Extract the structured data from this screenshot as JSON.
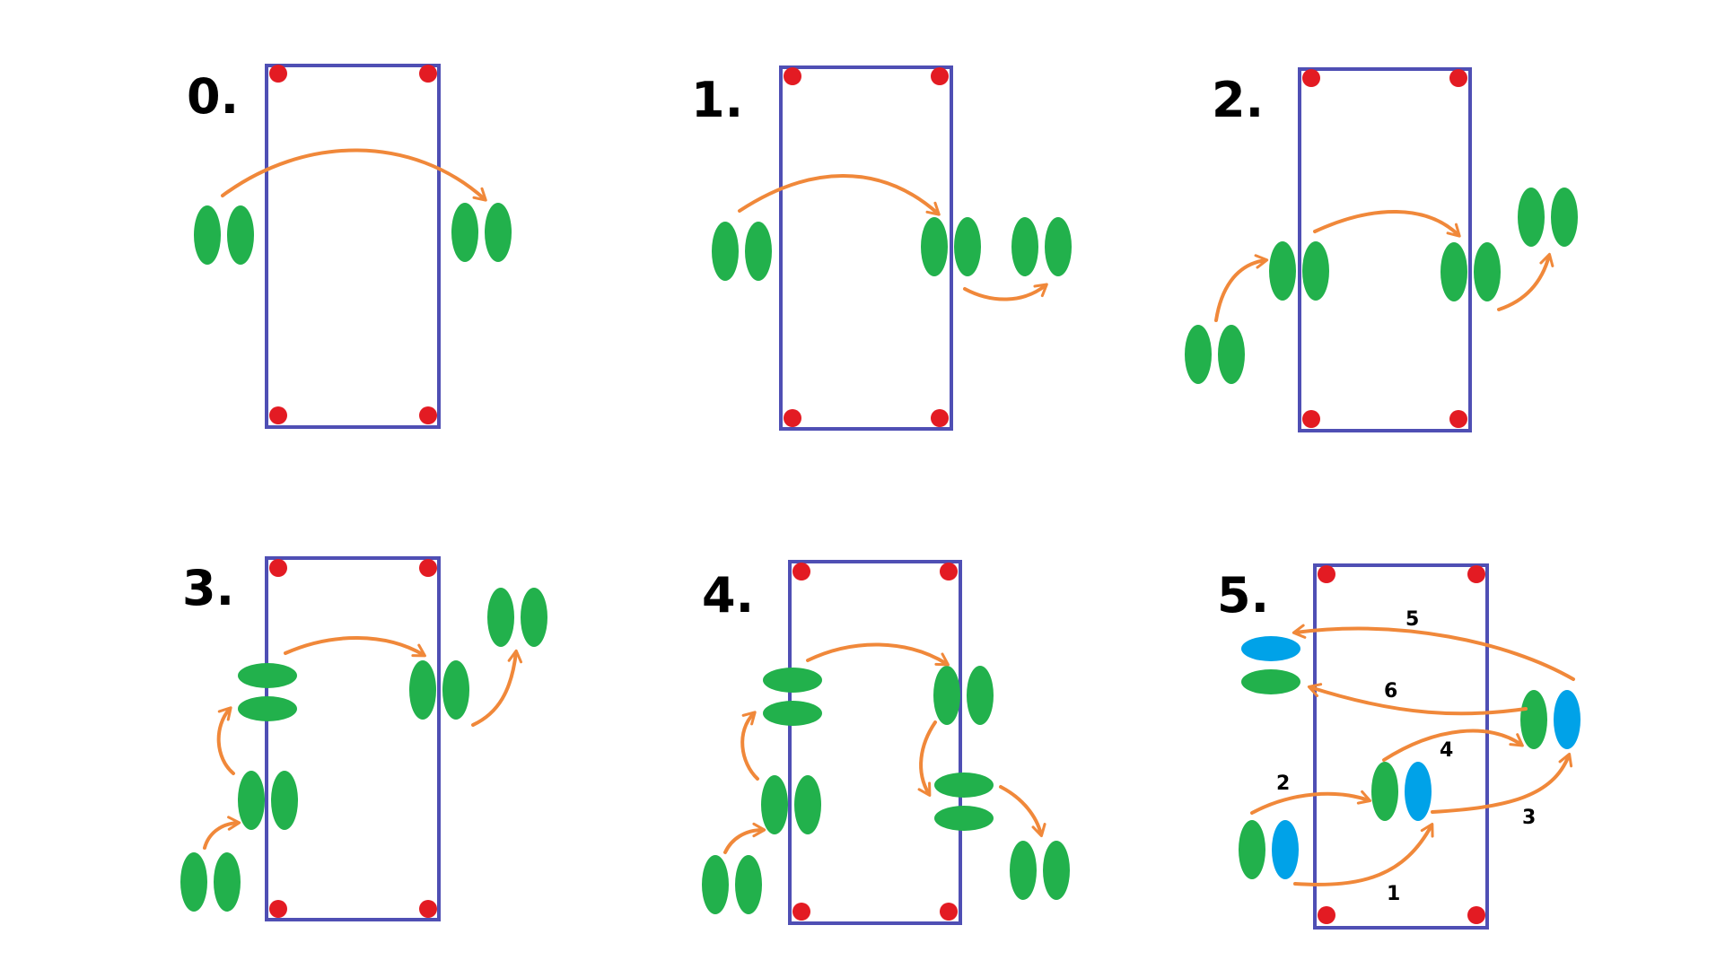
{
  "colors": {
    "field_border": "#4f4fb4",
    "corner_marker": "#e31b23",
    "player": "#22b14c",
    "player_highlight": "#00a2e8",
    "arrow": "#f0883a",
    "background": "#ffffff"
  },
  "panels": [
    {
      "id": "0",
      "title": "0."
    },
    {
      "id": "1",
      "title": "1."
    },
    {
      "id": "2",
      "title": "2."
    },
    {
      "id": "3",
      "title": "3."
    },
    {
      "id": "4",
      "title": "4."
    },
    {
      "id": "5",
      "title": "5.",
      "step_labels": [
        "1",
        "2",
        "3",
        "4",
        "5",
        "6"
      ]
    }
  ]
}
